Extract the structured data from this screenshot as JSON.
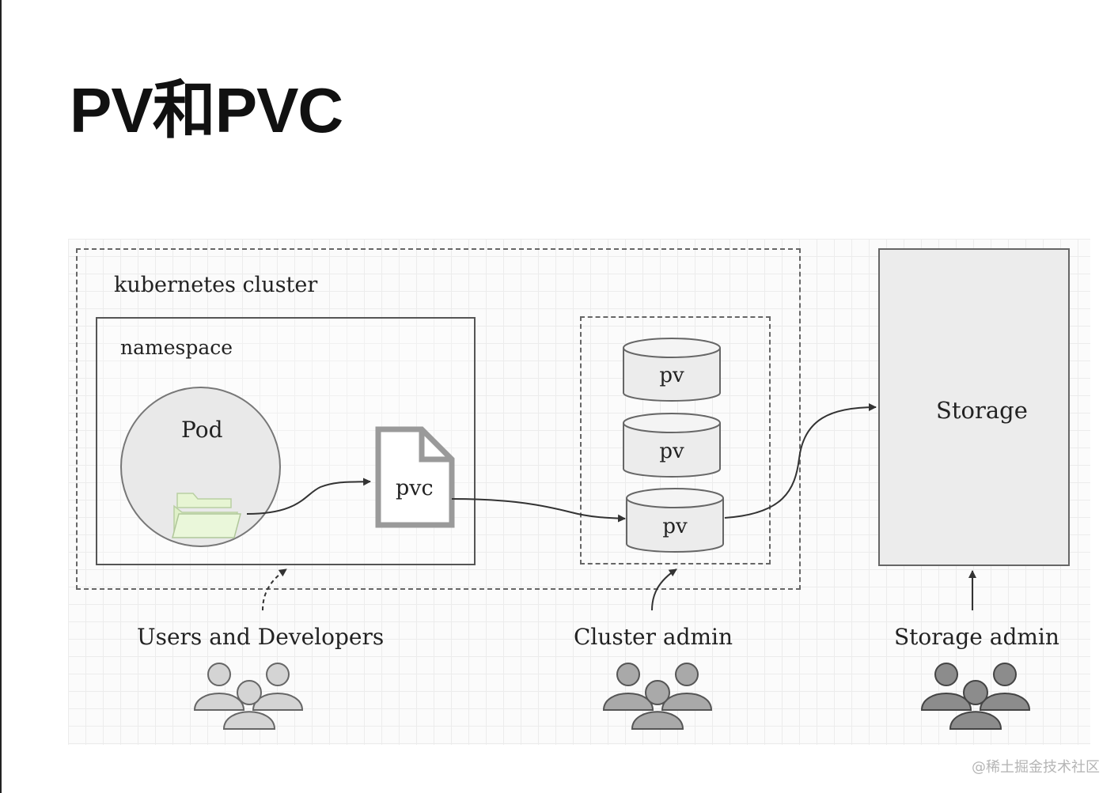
{
  "slide": {
    "title": "PV和PVC"
  },
  "diagram": {
    "cluster_label": "kubernetes cluster",
    "namespace_label": "namespace",
    "pod_label": "Pod",
    "pvc_label": "pvc",
    "pv_labels": [
      "pv",
      "pv",
      "pv"
    ],
    "storage_label": "Storage",
    "roles": {
      "users": "Users and Developers",
      "cluster_admin": "Cluster admin",
      "storage_admin": "Storage admin"
    },
    "icons": [
      "folder-icon",
      "document-icon",
      "people-group-icon"
    ],
    "colors": {
      "line": "#333333",
      "pod_fill": "#e9e9e9",
      "storage_fill": "#ececec",
      "folder_fill": "#e7f5d3"
    }
  },
  "watermark": "@稀土掘金技术社区"
}
